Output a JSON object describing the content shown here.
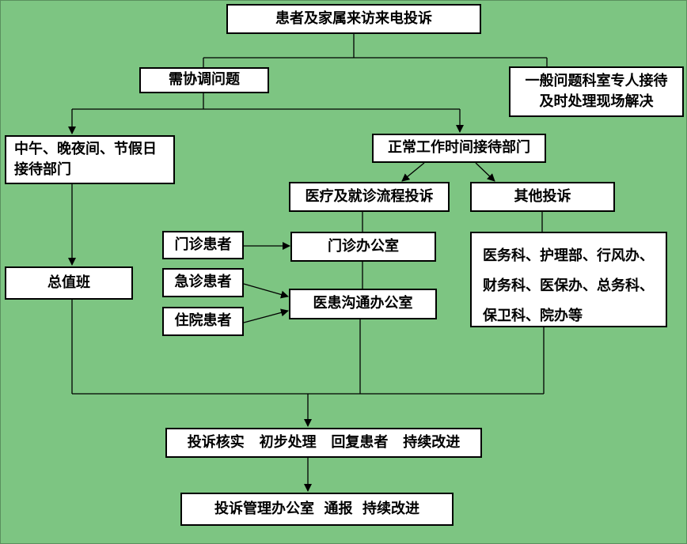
{
  "nodes": {
    "complaint_source": "患者及家属来访来电投诉",
    "coordination_needed": "需协调问题",
    "general_issue": "一般问题科室专人接待\n及时处理现场解决",
    "off_hours_reception": "中午、晚夜间、节假日\n接待部门",
    "working_hours_reception": "正常工作时间接待部门",
    "medical_process_complaint": "医疗及就诊流程投诉",
    "other_complaint": "其他投诉",
    "outpatient_patient": "门诊患者",
    "outpatient_office": "门诊办公室",
    "emergency_patient": "急诊患者",
    "inpatient_patient": "住院患者",
    "doctor_patient_office": "医患沟通办公室",
    "on_duty": "总值班",
    "other_departments": "医务科、护理部、行风办、\n财务科、医保办、总务科、\n保卫科、院办等",
    "verification_steps": "投诉核实   初步处理   回复患者   持续改进",
    "management_office": "投诉管理办公室  通报  持续改进"
  },
  "colors": {
    "background": "#7dc582",
    "box_fill": "#ffffff",
    "line": "#000000"
  }
}
